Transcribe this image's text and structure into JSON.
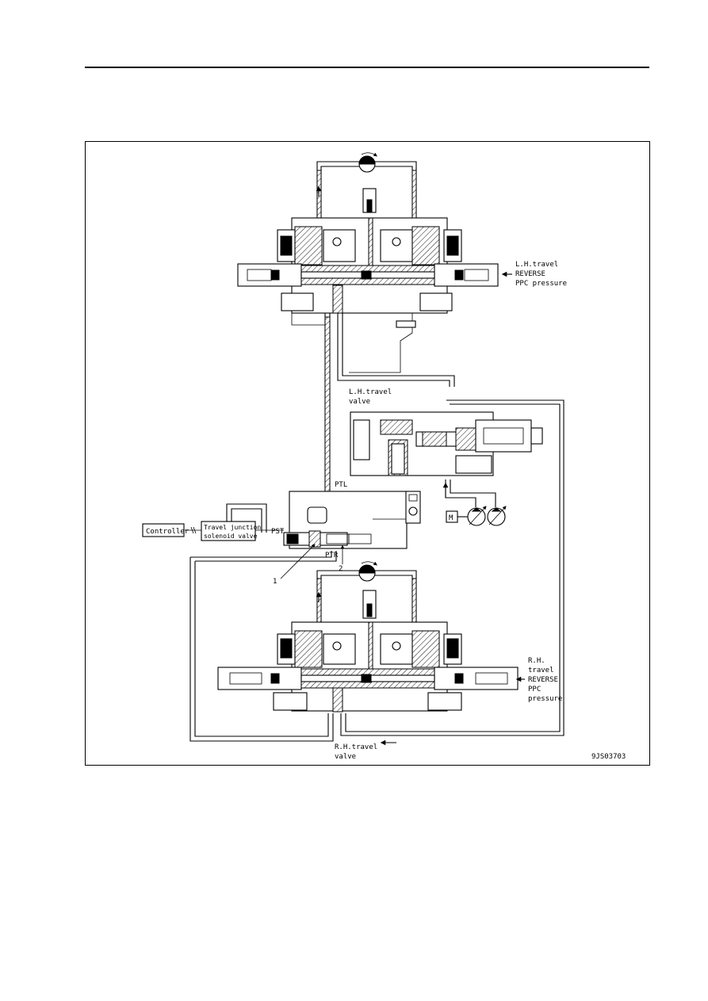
{
  "diagram": {
    "labels": {
      "lh_travel_reverse": [
        "L.H.travel",
        "REVERSE",
        "PPC pressure"
      ],
      "lh_travel_valve": [
        "L.H.travel",
        "valve"
      ],
      "rh_travel_reverse": [
        "R.H.",
        "travel",
        "REVERSE",
        "PPC",
        "pressure"
      ],
      "rh_travel_valve": [
        "R.H.travel",
        "valve"
      ],
      "controller": "Controller",
      "solenoid": [
        "Travel junction",
        "solenoid valve"
      ],
      "port_pst": "PST",
      "port_ptl": "PTL",
      "port_ptr": "PTR",
      "callout_1": "1",
      "callout_2": "2",
      "motor": "M",
      "figure_code": "9JS03703"
    }
  }
}
